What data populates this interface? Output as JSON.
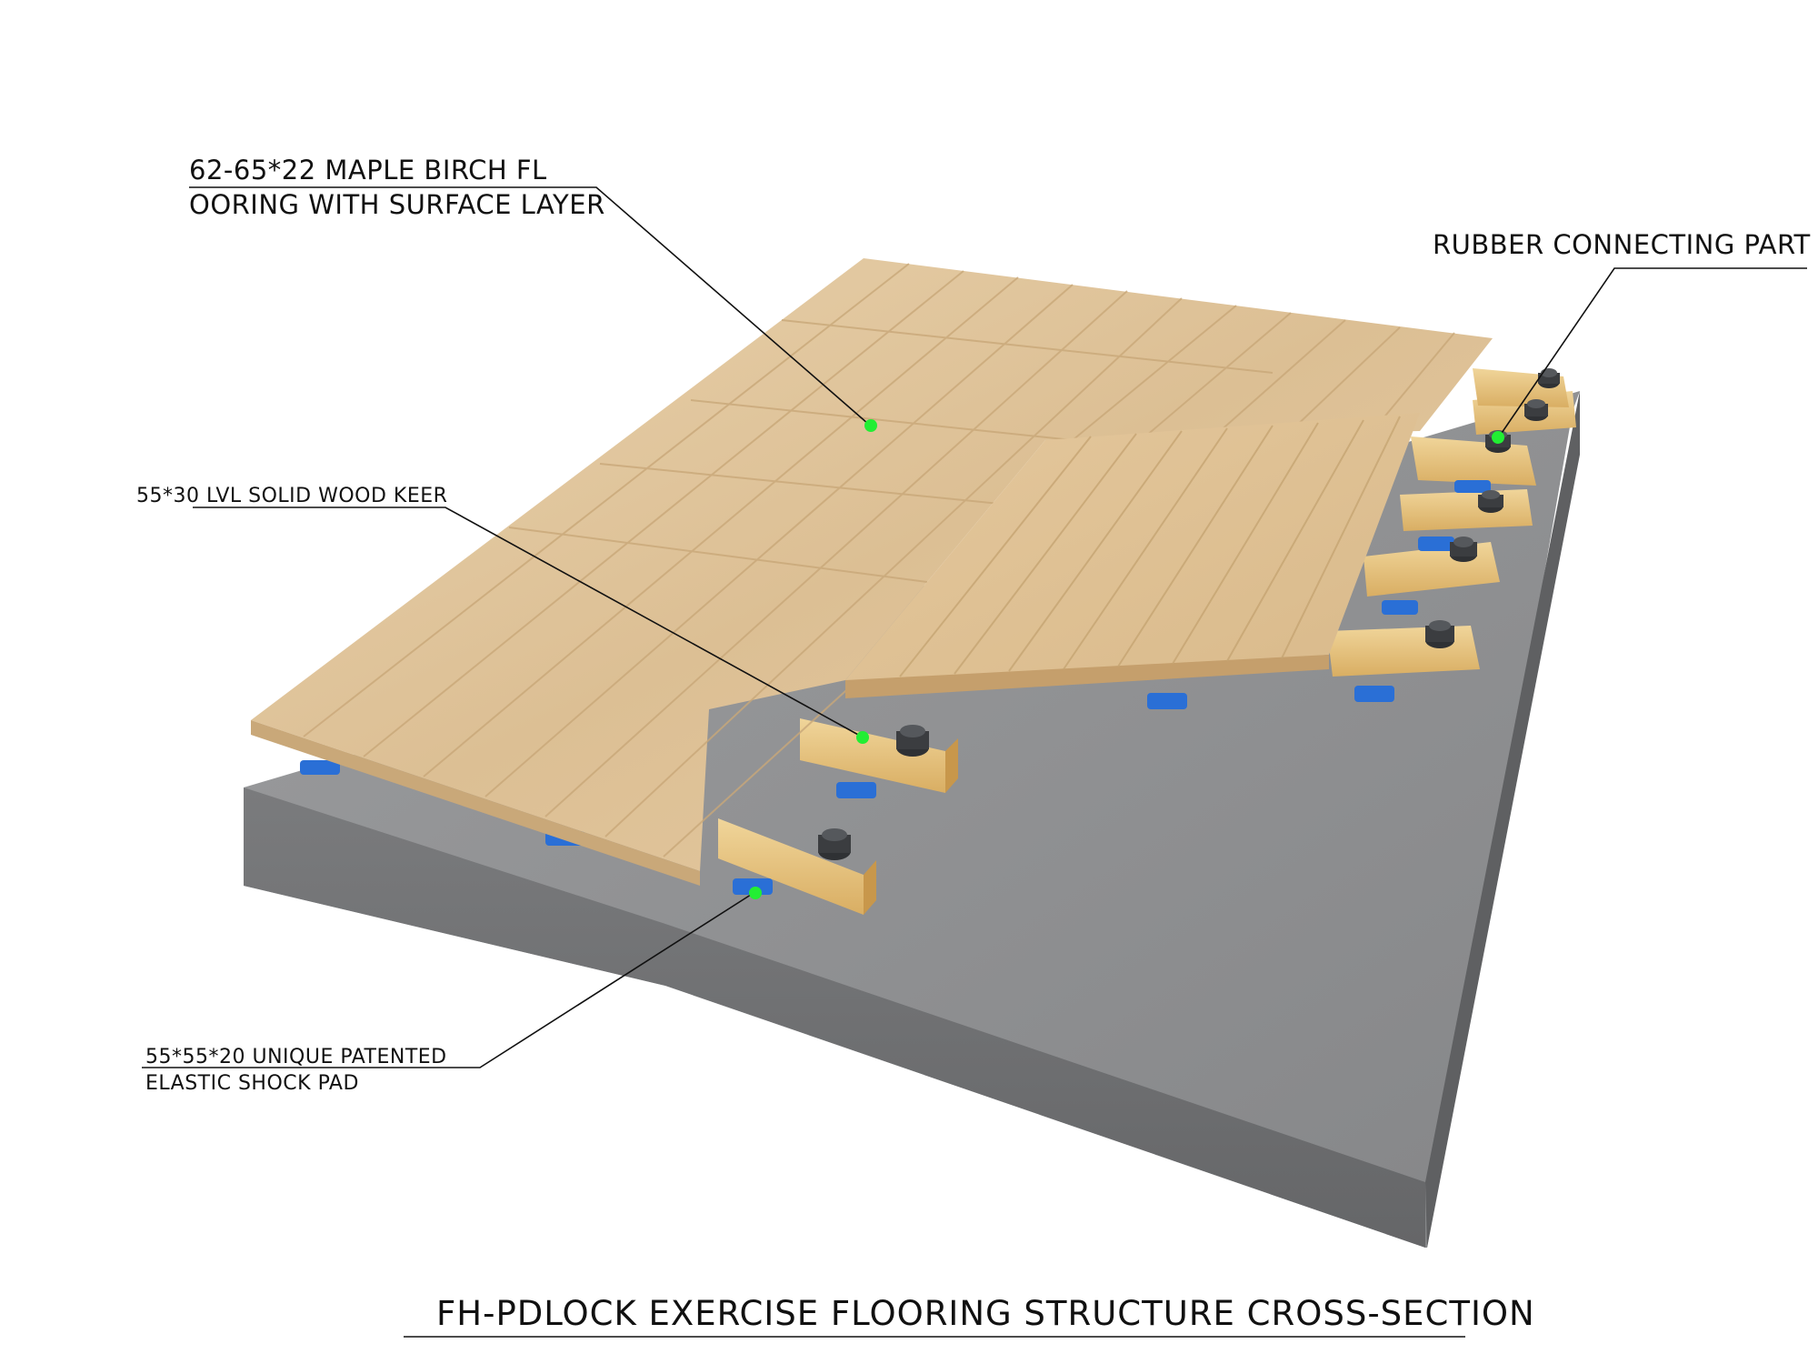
{
  "title": "FH-PDLOCK EXERCISE FLOORING STRUCTURE CROSS-SECTION",
  "callouts": {
    "flooring": {
      "line1": "62-65*22 MAPLE BIRCH FL",
      "line2": "OORING WITH SURFACE LAYER"
    },
    "keel": {
      "text": "55*30 LVL SOLID WOOD KEER"
    },
    "shock_pad": {
      "line1": "55*55*20 UNIQUE PATENTED",
      "line2": "ELASTIC SHOCK PAD"
    },
    "rubber": {
      "text": "RUBBER CONNECTING PART"
    }
  },
  "colors": {
    "wood": "#e3c79e",
    "wood_grain": "#c9a879",
    "keel": "#e8c585",
    "concrete_top": "#8f9091",
    "concrete_side": "#6e6f71",
    "rubber": "#3b3d40",
    "shock_pad": "#2a6fd6",
    "marker": "#22ee33",
    "leader": "#111111"
  },
  "icons": [
    "rubber-connector-icon",
    "shock-pad-icon",
    "marker-dot-icon"
  ]
}
